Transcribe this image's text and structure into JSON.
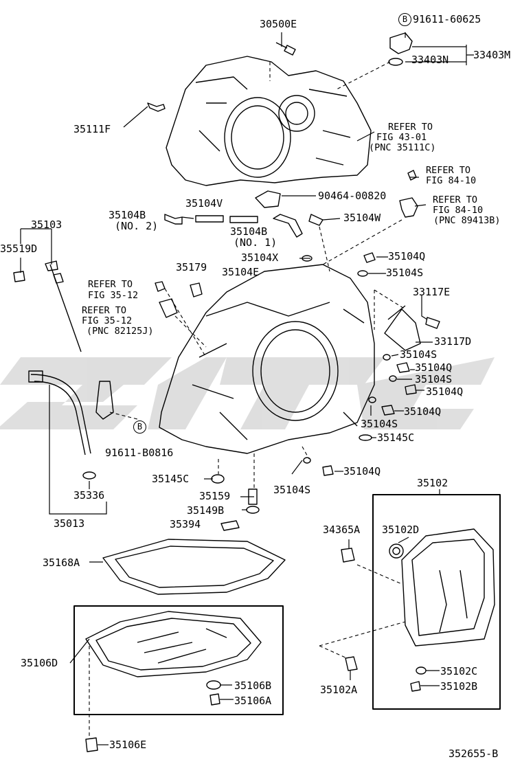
{
  "diagram_id": "352655-B",
  "parts": {
    "p30500E": "30500E",
    "p91611_60625": "91611-60625",
    "p33403N": "33403N",
    "p33403M": "33403M",
    "p35111F": "35111F",
    "ref_43_01_a": "REFER TO",
    "ref_43_01_b": "FIG 43-01",
    "ref_43_01_c": "(PNC 35111C)",
    "ref_84_10_1a": "REFER TO",
    "ref_84_10_1b": "FIG 84-10",
    "ref_84_10_2a": "REFER TO",
    "ref_84_10_2b": "FIG 84-10",
    "ref_84_10_2c": "(PNC 89413B)",
    "p90464_00820": "90464-00820",
    "p35104V": "35104V",
    "p35104B_no2": "35104B",
    "no2": "(NO. 2)",
    "p35104B_no1": "35104B",
    "no1": "(NO. 1)",
    "p35104W": "35104W",
    "p35103": "35103",
    "p35519D": "35519D",
    "p35179": "35179",
    "p35104X": "35104X",
    "p35104E": "35104E",
    "p35104Q_1": "35104Q",
    "p35104S_1": "35104S",
    "ref_35_12_1a": "REFER TO",
    "ref_35_12_1b": "FIG 35-12",
    "ref_35_12_2a": "REFER TO",
    "ref_35_12_2b": "FIG 35-12",
    "ref_35_12_2c": "(PNC 82125J)",
    "p33117E": "33117E",
    "p33117D": "33117D",
    "p35104S_2": "35104S",
    "p35104Q_2": "35104Q",
    "p35104S_3": "35104S",
    "p35104Q_3": "35104Q",
    "p35104S_4": "35104S",
    "p35104Q_4": "35104Q",
    "p35145C_1": "35145C",
    "p91611_B0816": "91611-B0816",
    "p35145C_2": "35145C",
    "p35104Q_5": "35104Q",
    "p35336": "35336",
    "p35159": "35159",
    "p35104S_5": "35104S",
    "p35149B": "35149B",
    "p35013": "35013",
    "p35394": "35394",
    "p35102": "35102",
    "p34365A": "34365A",
    "p35102D": "35102D",
    "p35168A": "35168A",
    "p35106D": "35106D",
    "p35106B": "35106B",
    "p35106A": "35106A",
    "p35102A": "35102A",
    "p35102C": "35102C",
    "p35102B": "35102B",
    "p35106E": "35106E",
    "circle_b": "B"
  }
}
